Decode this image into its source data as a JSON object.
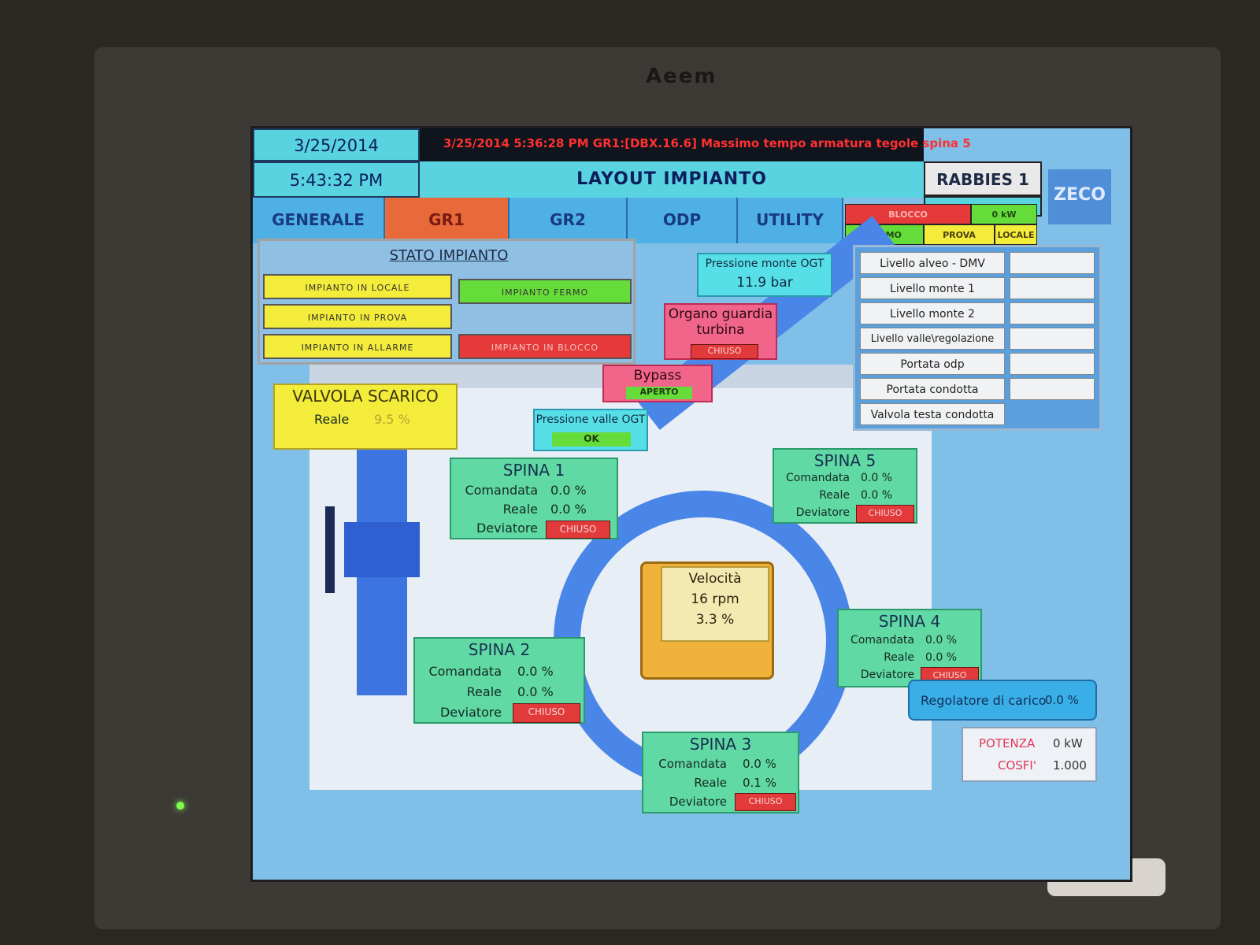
{
  "brand": "Aeem",
  "header": {
    "date": "3/25/2014",
    "time": "5:43:32 PM",
    "alarm_message": "3/25/2014 5:36:28 PM GR1:[DBX.16.6] Massimo tempo armatura tegole spina 5",
    "title": "LAYOUT IMPIANTO",
    "plant_name": "RABBIES 1",
    "logo_text": "ZECO"
  },
  "tabs": [
    {
      "label": "GENERALE",
      "active": false
    },
    {
      "label": "GR1",
      "active": true
    },
    {
      "label": "GR2",
      "active": false
    },
    {
      "label": "ODP",
      "active": false
    },
    {
      "label": "UTILITY",
      "active": false
    }
  ],
  "status_indicators": {
    "blocco": "BLOCCO",
    "kw": "0 kW",
    "fermo": "FERMO",
    "prova": "PROVA",
    "locale": "LOCALE"
  },
  "stato_impianto": {
    "title": "STATO IMPIANTO",
    "locale": "IMPIANTO IN LOCALE",
    "fermo": "IMPIANTO FERMO",
    "prova": "IMPIANTO IN PROVA",
    "allarme": "IMPIANTO IN ALLARME",
    "blocco": "IMPIANTO IN BLOCCO"
  },
  "pressione_monte": {
    "label": "Pressione monte OGT",
    "value": "11.9 bar"
  },
  "organo_guardia": {
    "line1": "Organo guardia",
    "line2": "turbina",
    "state": "CHIUSO"
  },
  "bypass": {
    "label": "Bypass",
    "state": "APERTO"
  },
  "pressione_valle": {
    "label": "Pressione valle OGT",
    "state": "OK"
  },
  "valvola_scarico": {
    "title": "VALVOLA SCARICO",
    "label": "Reale",
    "value": "9.5 %"
  },
  "labels": {
    "comandata": "Comandata",
    "reale": "Reale",
    "deviatore": "Deviatore",
    "chiuso": "CHIUSO"
  },
  "spine": {
    "s1": {
      "title": "SPINA 1",
      "comandata": "0.0 %",
      "reale": "0.0 %"
    },
    "s2": {
      "title": "SPINA 2",
      "comandata": "0.0 %",
      "reale": "0.0 %"
    },
    "s3": {
      "title": "SPINA 3",
      "comandata": "0.0 %",
      "reale": "0.1 %"
    },
    "s4": {
      "title": "SPINA 4",
      "comandata": "0.0 %",
      "reale": "0.0 %"
    },
    "s5": {
      "title": "SPINA 5",
      "comandata": "0.0 %",
      "reale": "0.0 %"
    }
  },
  "velocita": {
    "label": "Velocità",
    "rpm": "16 rpm",
    "percent": "3.3 %"
  },
  "levels": [
    {
      "label": "Livello alveo - DMV",
      "value": ""
    },
    {
      "label": "Livello monte 1",
      "value": ""
    },
    {
      "label": "Livello monte 2",
      "value": ""
    },
    {
      "label": "Livello valle\\regolazione",
      "value": ""
    },
    {
      "label": "Portata odp",
      "value": ""
    },
    {
      "label": "Portata condotta",
      "value": ""
    },
    {
      "label": "Valvola testa condotta",
      "value": ""
    }
  ],
  "regolatore": {
    "label": "Regolatore di carico",
    "value": "0.0 %"
  },
  "potenza": {
    "label": "POTENZA",
    "value": "0 kW"
  },
  "cosfi": {
    "label": "COSFI'",
    "value": "1.000"
  },
  "colors": {
    "alarm": "#ff3030",
    "active_tab": "#e86a3a",
    "spina_box": "#60d9a4"
  }
}
